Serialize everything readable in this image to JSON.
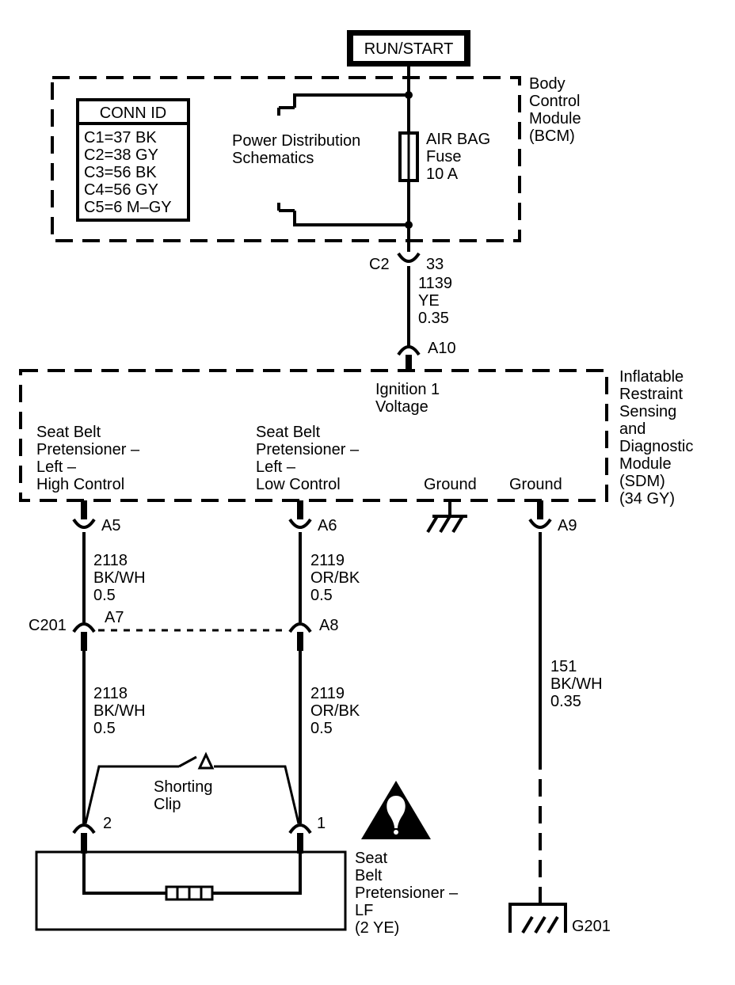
{
  "run_start": "RUN/START",
  "bcm": {
    "label_lines": [
      "Body",
      "Control",
      "Module",
      "(BCM)"
    ],
    "conn_id": {
      "title": "CONN ID",
      "rows": [
        "C1=37 BK",
        "C2=38 GY",
        "C3=56 BK",
        "C4=56 GY",
        "C5=6 M–GY"
      ]
    },
    "power_dist_lines": [
      "Power Distribution",
      "Schematics"
    ],
    "fuse_lines": [
      "AIR BAG",
      "Fuse",
      "10 A"
    ]
  },
  "c2": {
    "connector": "C2",
    "pin": "33",
    "wire_lines": [
      "1139",
      "YE",
      "0.35"
    ]
  },
  "sdm": {
    "input_pin": "A10",
    "ignition_lines": [
      "Ignition 1",
      "Voltage"
    ],
    "label_lines": [
      "Inflatable",
      "Restraint",
      "Sensing",
      "and",
      "Diagnostic",
      "Module",
      "(SDM)",
      "(34 GY)"
    ],
    "high_control_lines": [
      "Seat Belt",
      "Pretensioner –",
      "Left –",
      "High Control"
    ],
    "low_control_lines": [
      "Seat Belt",
      "Pretensioner –",
      "Left –",
      "Low Control"
    ],
    "ground_1": "Ground",
    "ground_2": "Ground",
    "pin_a5": "A5",
    "pin_a6": "A6",
    "pin_a9": "A9"
  },
  "wire_2118_upper": [
    "2118",
    "BK/WH",
    "0.5"
  ],
  "wire_2119_upper": [
    "2119",
    "OR/BK",
    "0.5"
  ],
  "c201": {
    "connector": "C201",
    "pin_a7": "A7",
    "pin_a8": "A8"
  },
  "wire_2118_lower": [
    "2118",
    "BK/WH",
    "0.5"
  ],
  "wire_2119_lower": [
    "2119",
    "OR/BK",
    "0.5"
  ],
  "wire_151": [
    "151",
    "BK/WH",
    "0.35"
  ],
  "shorting_clip_lines": [
    "Shorting",
    "Clip"
  ],
  "pretensioner": {
    "pin_2": "2",
    "pin_1": "1",
    "label_lines": [
      "Seat",
      "Belt",
      "Pretensioner –",
      "LF",
      "(2 YE)"
    ]
  },
  "ground_g201": "G201",
  "icons": {
    "warning": "airbag-warning-icon"
  }
}
